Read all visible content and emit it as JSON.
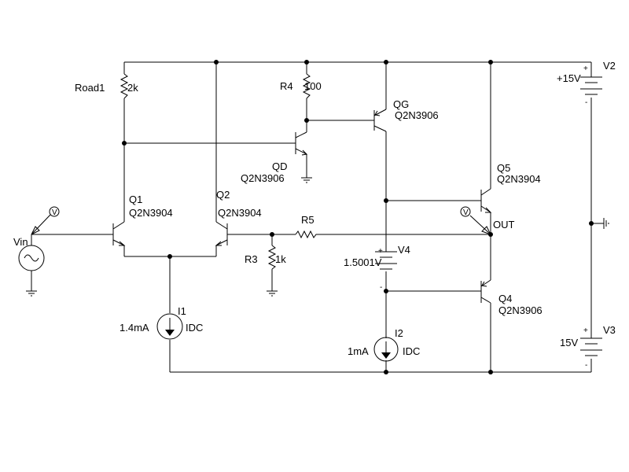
{
  "components": {
    "load1": {
      "name": "Road1",
      "value": "2k"
    },
    "r4": {
      "name": "R4",
      "value": "100"
    },
    "r3": {
      "name": "R3",
      "value": "1k"
    },
    "r5": {
      "name": "R5"
    },
    "qg": {
      "name": "QG",
      "model": "Q2N3906"
    },
    "qd": {
      "name": "QD",
      "model": "Q2N3906"
    },
    "q1": {
      "name": "Q1",
      "model": "Q2N3904"
    },
    "q2": {
      "name": "Q2",
      "model": "Q2N3904"
    },
    "q5": {
      "name": "Q5",
      "model": "Q2N3904"
    },
    "q4": {
      "name": "Q4",
      "model": "Q2N3906"
    },
    "v2": {
      "name": "V2",
      "value": "+15V",
      "plus": "+",
      "minus": "-"
    },
    "v3": {
      "name": "V3",
      "value": "15V",
      "plus": "+",
      "minus": "-"
    },
    "v4": {
      "name": "V4",
      "value": "1.5001V",
      "plus": "+",
      "minus": "-"
    },
    "vin": {
      "name": "Vin"
    },
    "i1": {
      "name": "I1",
      "value": "1.4mA",
      "type": "IDC"
    },
    "i2": {
      "name": "I2",
      "value": "1mA",
      "type": "IDC"
    }
  },
  "nets": {
    "out": "OUT"
  },
  "probes": {
    "voltage_symbol": "V"
  }
}
